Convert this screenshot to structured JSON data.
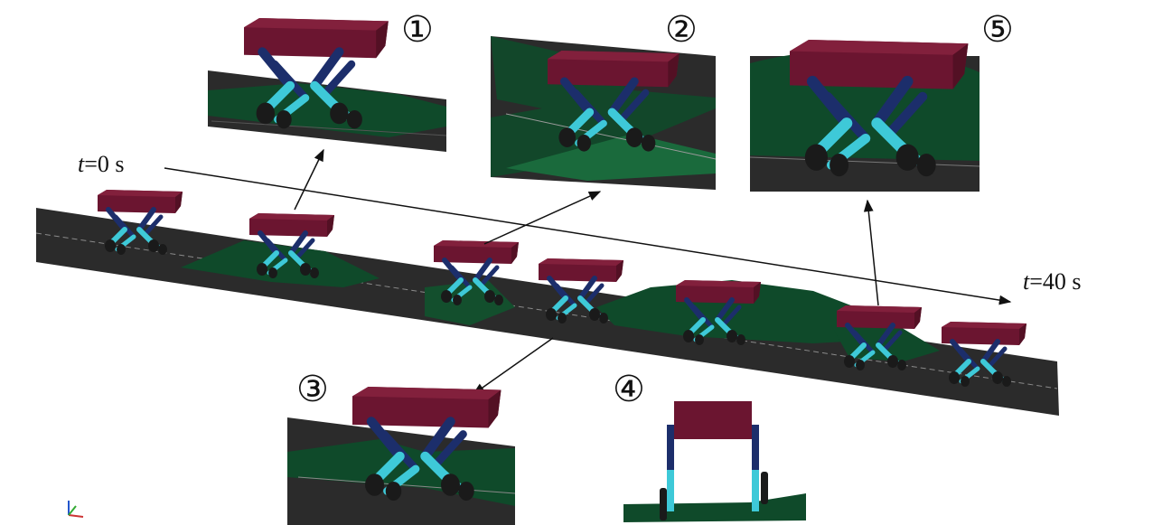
{
  "labels": {
    "t_start": {
      "var": "t",
      "rest": "=0 s"
    },
    "t_end": {
      "var": "t",
      "rest": "=40 s"
    }
  },
  "insets": [
    {
      "num": "1",
      "symbol": "①"
    },
    {
      "num": "2",
      "symbol": "②"
    },
    {
      "num": "3",
      "symbol": "③"
    },
    {
      "num": "4",
      "symbol": "④"
    },
    {
      "num": "5",
      "symbol": "⑤"
    }
  ],
  "colors": {
    "body": "#6b1530",
    "body_top": "#82203c",
    "upper_leg": "#1c2e6b",
    "lower_leg": "#3ec9d8",
    "wheel": "#1a1a1a",
    "ground": "#2b2b2b",
    "terrain": "#0f4a2a",
    "terrain_light": "#1a6a3c",
    "arrow": "#111111"
  },
  "axis_indicator": {
    "icon": "coordinate-axes-icon"
  }
}
